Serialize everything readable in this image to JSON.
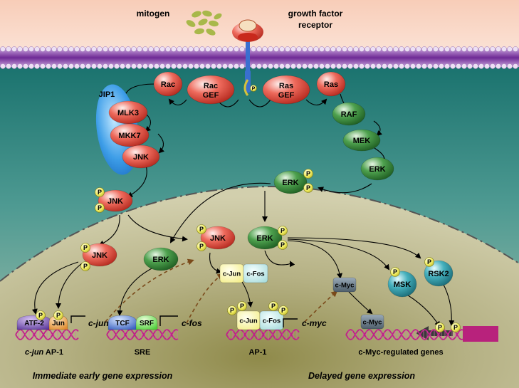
{
  "extracellular": {
    "mitogen": "mitogen",
    "receptor_line1": "growth factor",
    "receptor_line2": "receptor"
  },
  "phospho": "P",
  "nodes": {
    "rac": "Rac",
    "rac_gef_1": "Rac",
    "rac_gef_2": "GEF",
    "ras_gef_1": "Ras",
    "ras_gef_2": "GEF",
    "ras": "Ras",
    "jip1": "JIP1",
    "mlk3": "MLK3",
    "mkk7": "MKK7",
    "jnk_scaffold": "JNK",
    "raf": "RAF",
    "mek": "MEK",
    "erk_cyto": "ERK",
    "erk_pp": "ERK",
    "jnk_pp": "JNK",
    "jnk_nuc_left": "JNK",
    "erk_nuc_left": "ERK",
    "jnk_nuc_mid": "JNK",
    "erk_nuc_mid": "ERK",
    "cjun": "c-Jun",
    "cfos": "c-Fos",
    "cmyc": "c-Myc",
    "msk": "MSK",
    "rsk2": "RSK2",
    "atf2": "ATF-2",
    "jun": "Jun",
    "tcf": "TCF",
    "srf": "SRF",
    "cjun_dna": "c-Jun",
    "cfos_dna": "c-Fos",
    "cmyc_dna": "c-Myc"
  },
  "genes": {
    "cjun": "c-jun",
    "cfos": "c-fos",
    "cmyc": "c-myc"
  },
  "sites": {
    "ap1_left_italic": "c-jun",
    "ap1_left_rest": " AP-1",
    "sre": "SRE",
    "ap1": "AP-1",
    "cmyc_genes": "c-Myc-regulated genes"
  },
  "captions": {
    "immediate": "Immediate early gene expression",
    "delayed": "Delayed gene expression"
  },
  "colors": {
    "red_protein": "#e0483a",
    "green_protein": "#3a8a3c",
    "teal_protein": "#2f9aa6",
    "phospho": "#f2ef6a",
    "jip1": "#2b8fe0",
    "membrane": "#7d3aa0",
    "dna": "#c0208a",
    "cytoplasm": "#1f7f7a",
    "nucleus": "#b8b48a"
  }
}
